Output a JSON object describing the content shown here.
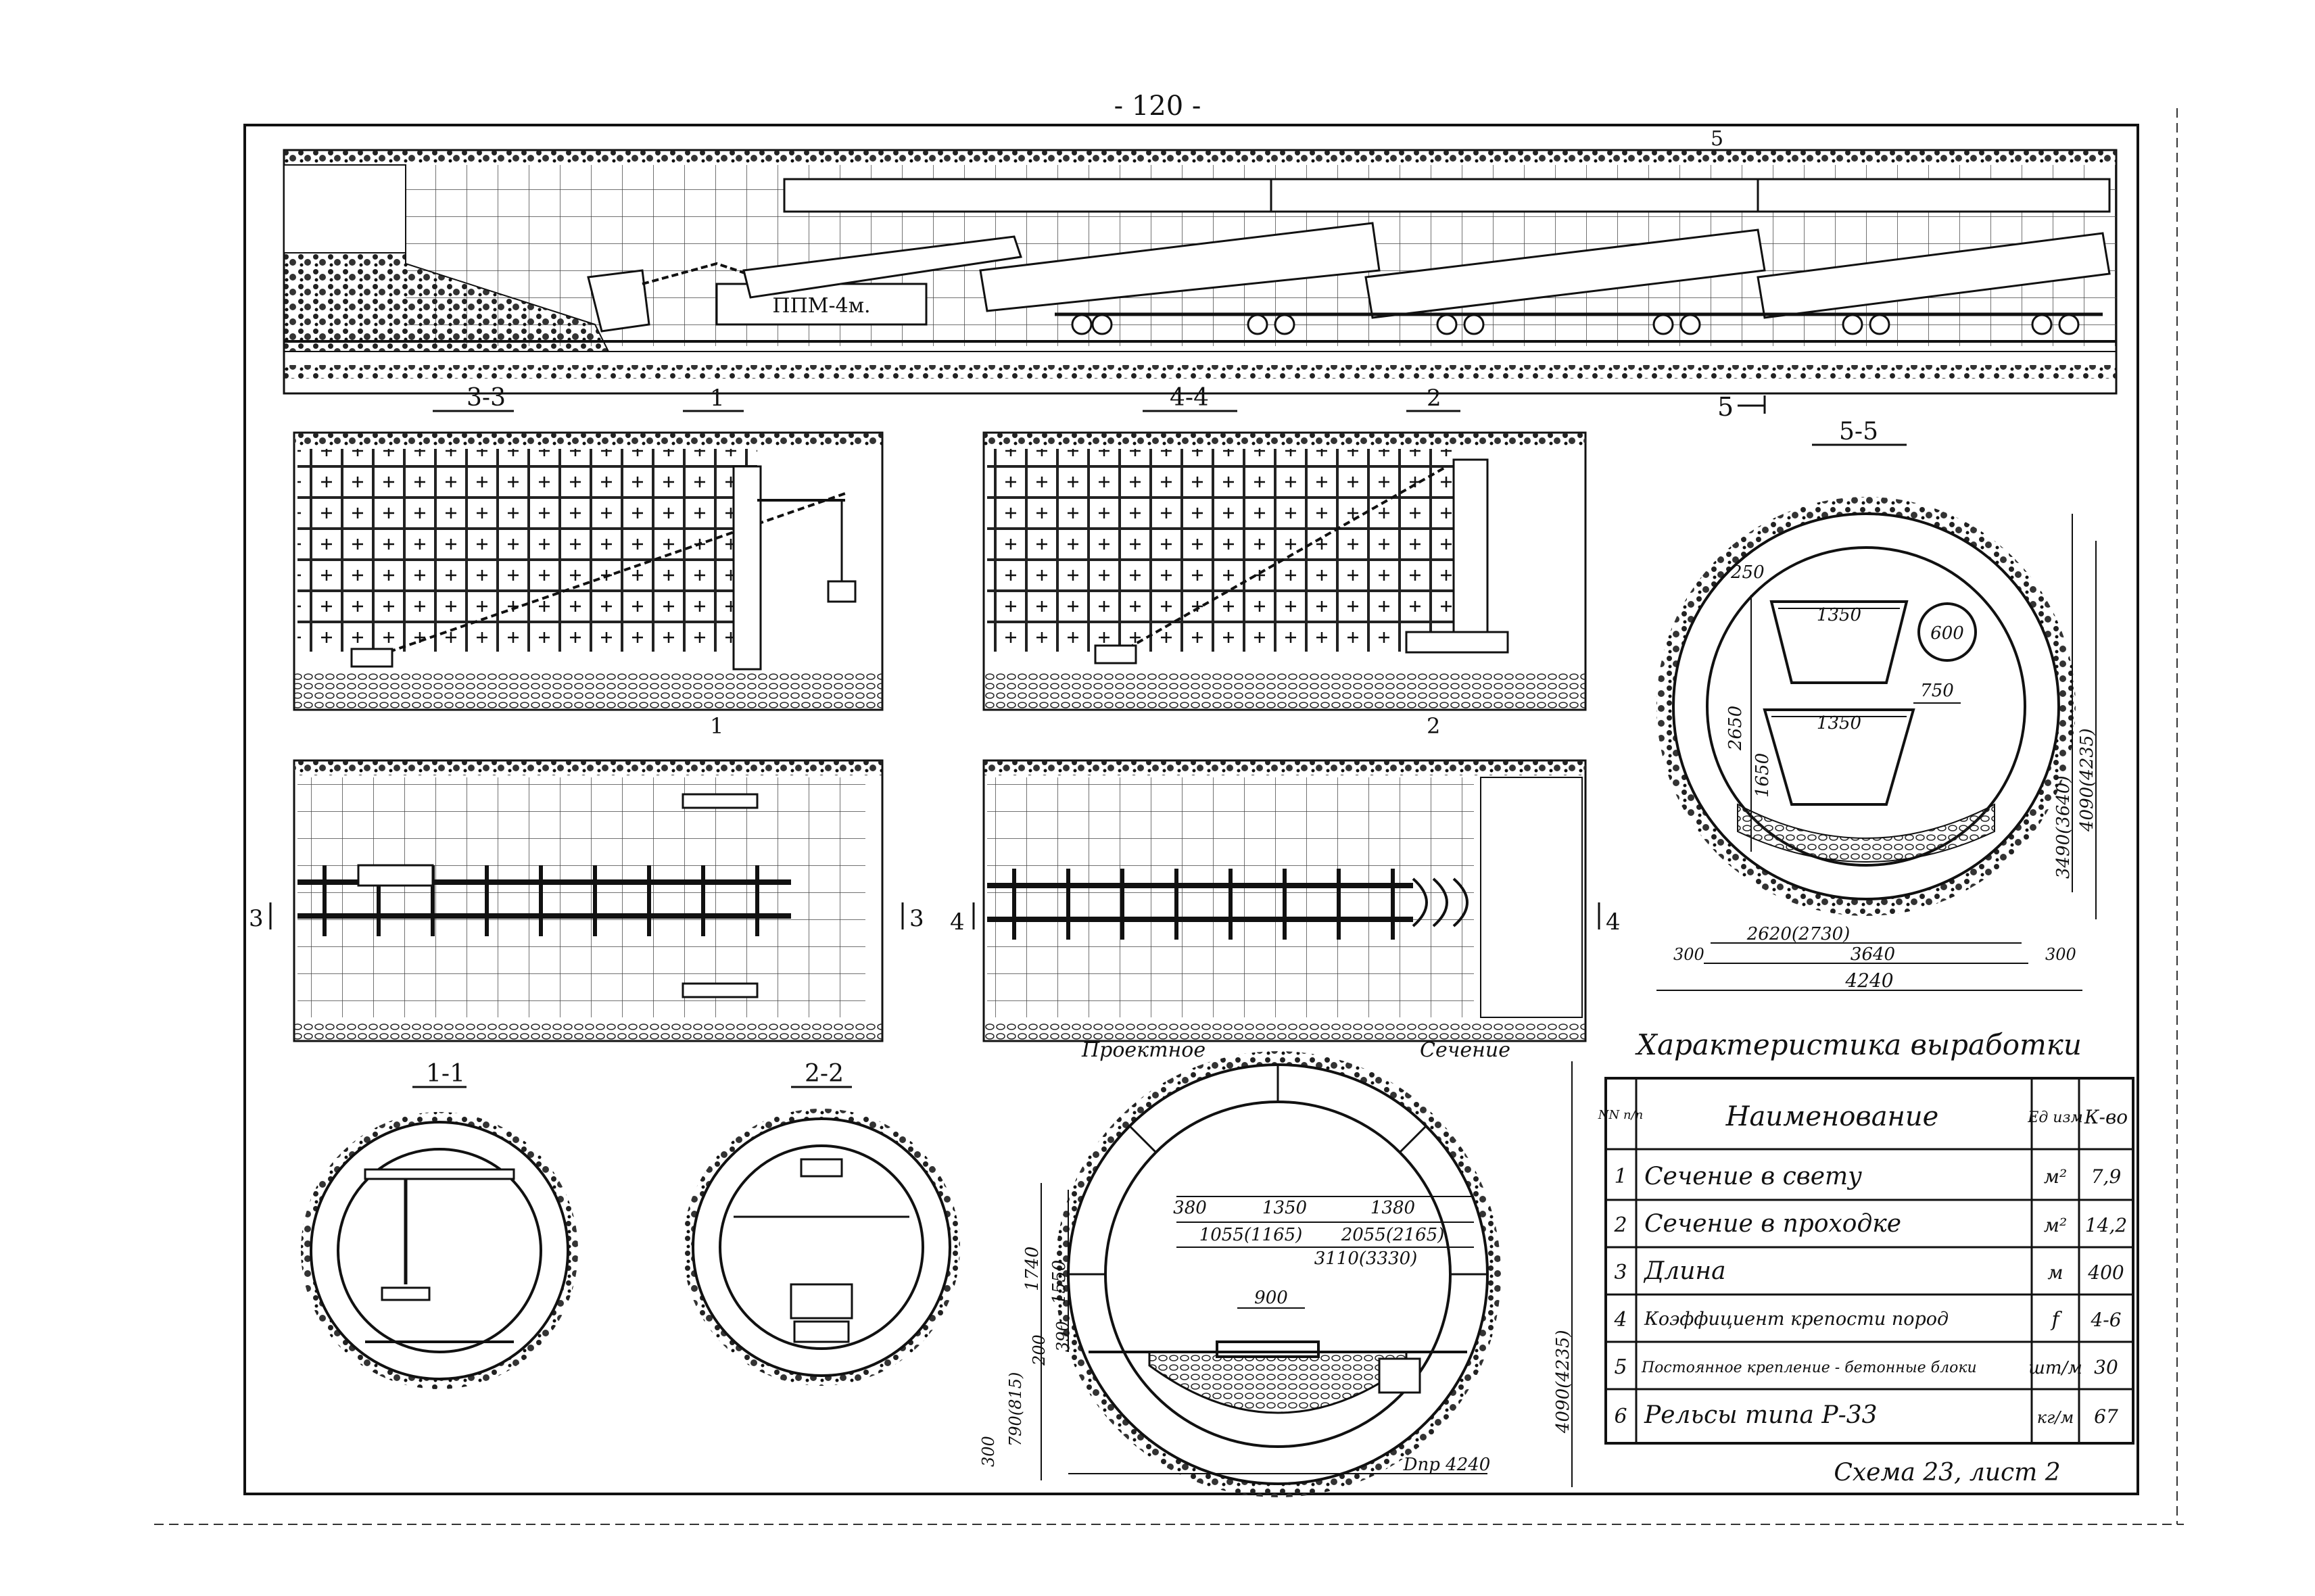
{
  "page_number": "- 120 -",
  "longitudinal": {
    "machine_label": "ППМ-4м.",
    "section_mark": "5"
  },
  "views": {
    "section_3_3": "3-3",
    "section_4_4": "4-4",
    "section_5_5": "5-5",
    "section_1_1": "1-1",
    "section_2_2": "2-2",
    "cut_1": "1",
    "cut_2": "2",
    "cut_3": "3",
    "cut_4": "4",
    "cut_5": "5",
    "label_proektnoe": "Проектное",
    "label_sechenie": "Сечение"
  },
  "dims_5_5": {
    "d250": "250",
    "d1350a": "1350",
    "d1350b": "1350",
    "d600": "600",
    "d750": "750",
    "d2650": "2650",
    "d1650": "1650",
    "d3490": "3490(3640)",
    "d4090": "4090(4235)",
    "d2620": "2620(2730)",
    "d3640": "3640",
    "d300a": "300",
    "d300b": "300",
    "d4240": "4240"
  },
  "dims_main": {
    "d380": "380",
    "d1350": "1350",
    "d1380": "1380",
    "d1055": "1055(1165)",
    "d2055": "2055(2165)",
    "d3110": "3110(3330)",
    "d900": "900",
    "d1740": "1740",
    "d1550": "1550",
    "d390": "390",
    "d200": "200",
    "d790": "790(815)",
    "d300": "300",
    "d4090": "4090(4235)",
    "d4240": "Dпр 4240"
  },
  "table": {
    "title": "Характеристика выработки",
    "headers": {
      "num": "NN п/п",
      "name": "Наименование",
      "unit": "Ед изм",
      "qty": "К-во"
    },
    "rows": [
      {
        "num": "1",
        "name": "Сечение в свету",
        "unit": "м²",
        "qty": "7,9"
      },
      {
        "num": "2",
        "name": "Сечение в проходке",
        "unit": "м²",
        "qty": "14,2"
      },
      {
        "num": "3",
        "name": "Длина",
        "unit": "м",
        "qty": "400"
      },
      {
        "num": "4",
        "name": "Коэффициент крепости пород",
        "unit": "f",
        "qty": "4-6"
      },
      {
        "num": "5",
        "name": "Постоянное крепление - бетонные блоки",
        "unit": "шт/м",
        "qty": "30"
      },
      {
        "num": "6",
        "name": "Рельсы типа Р-33",
        "unit": "кг/м",
        "qty": "67"
      }
    ],
    "caption": "Схема 23, лист 2"
  }
}
